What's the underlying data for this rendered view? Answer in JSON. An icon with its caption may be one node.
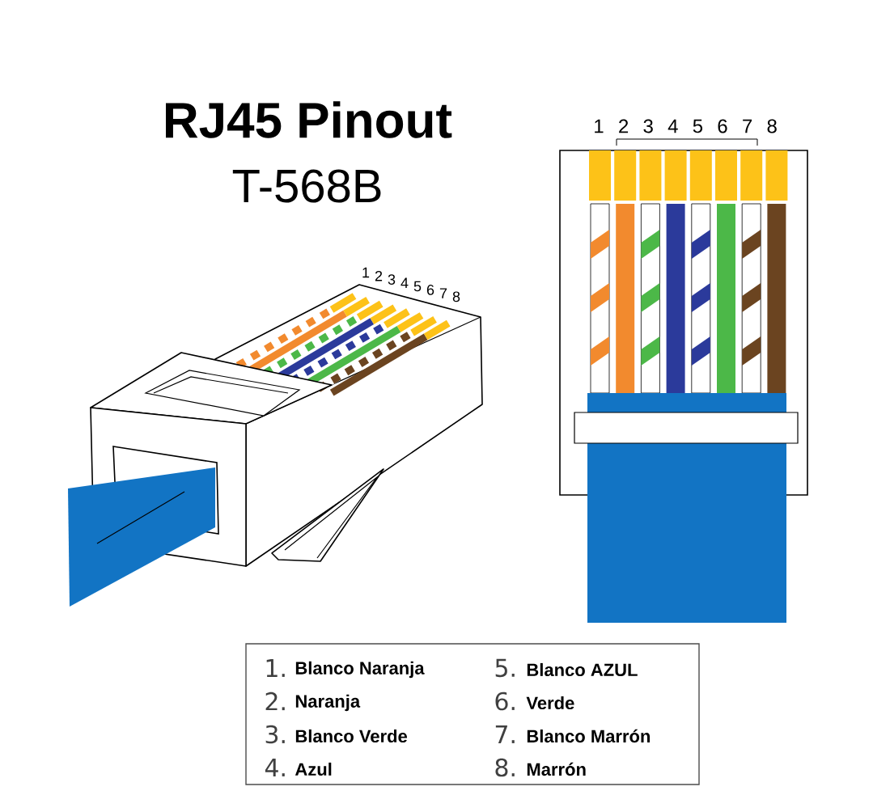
{
  "diagram": {
    "title": "RJ45 Pinout",
    "labels": [
      "T-568B",
      "1",
      "2",
      "3",
      "4",
      "5",
      "6",
      "7",
      "8",
      "1",
      "2",
      "3",
      "4",
      "5",
      "6",
      "7",
      "8",
      "1.",
      "Blanco Naranja",
      "5.",
      "Blanco AZUL",
      "2.",
      "Naranja",
      "6.",
      "Verde",
      "3.",
      "Blanco Verde",
      "7.",
      "Blanco Marrón",
      "4.",
      "Azul",
      "8.",
      "Marrón"
    ]
  }
}
